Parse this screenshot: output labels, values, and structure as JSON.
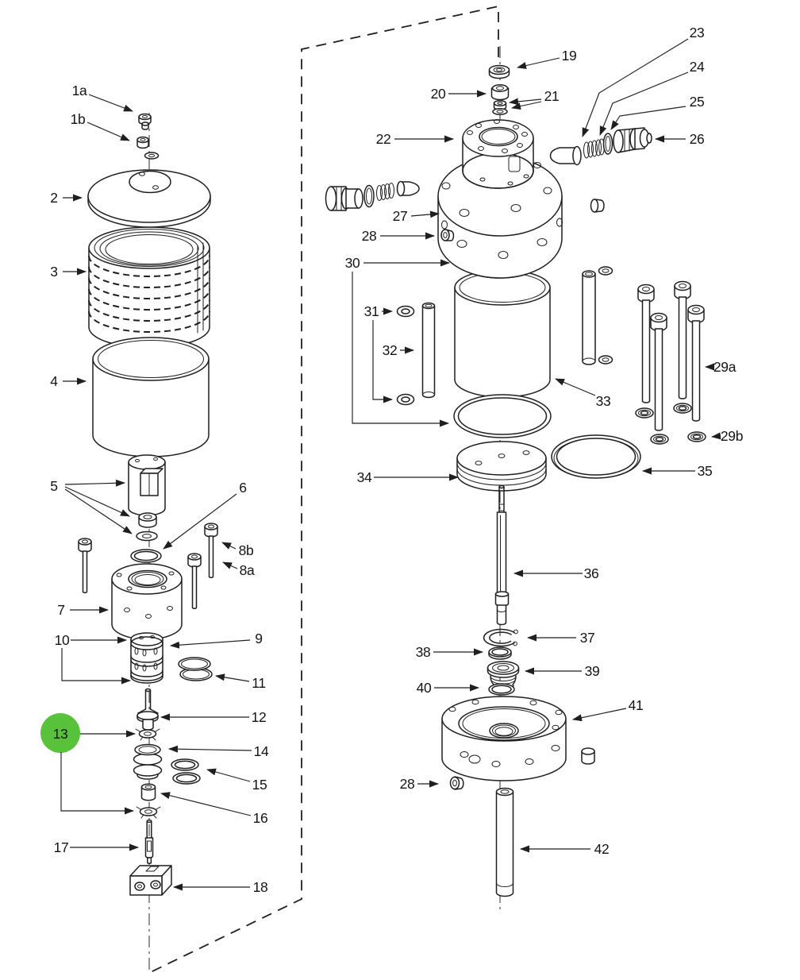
{
  "figure": {
    "kind": "exploded-parts-diagram",
    "background_color": "#ffffff",
    "line_color": "#1f1f1f",
    "highlight": {
      "part_label": "13",
      "color": "#57c23a",
      "shape": "circle"
    }
  },
  "labels": {
    "1a": "1a",
    "1b": "1b",
    "2": "2",
    "3": "3",
    "4": "4",
    "5": "5",
    "6": "6",
    "7": "7",
    "8a": "8a",
    "8b": "8b",
    "9": "9",
    "10": "10",
    "11": "11",
    "12": "12",
    "13": "13",
    "14": "14",
    "15": "15",
    "16": "16",
    "17": "17",
    "18": "18",
    "19": "19",
    "20": "20",
    "21": "21",
    "22": "22",
    "23": "23",
    "24": "24",
    "25": "25",
    "26": "26",
    "27": "27",
    "28_upper": "28",
    "28_lower": "28",
    "29a": "29a",
    "29b": "29b",
    "30": "30",
    "31": "31",
    "32": "32",
    "33": "33",
    "34": "34",
    "35": "35",
    "36": "36",
    "37": "37",
    "38": "38",
    "39": "39",
    "40": "40",
    "41": "41",
    "42": "42"
  }
}
